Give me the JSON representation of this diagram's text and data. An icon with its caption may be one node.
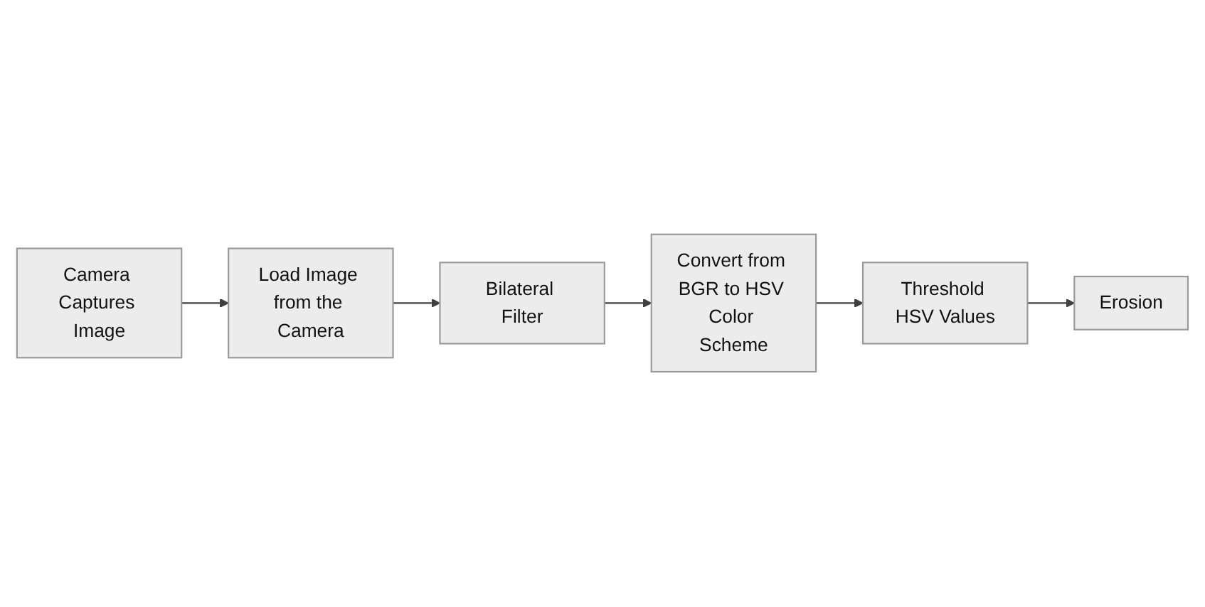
{
  "diagram": {
    "nodes": [
      {
        "text": [
          "Camera Captures Image"
        ]
      },
      {
        "text": [
          "Load Image from the Camera"
        ]
      },
      {
        "text": [
          "Bilateral Filter"
        ]
      },
      {
        "text": [
          "Convert from BGR to HSV Color Scheme"
        ]
      },
      {
        "text": [
          "Threshold HSV Values"
        ]
      },
      {
        "text": [
          "Erosion"
        ]
      }
    ],
    "edges": [
      {
        "from": 0,
        "to": 1,
        "arrow": "to"
      },
      {
        "from": 1,
        "to": 2,
        "arrow": "to"
      },
      {
        "from": 2,
        "to": 3,
        "arrow": "to"
      },
      {
        "from": 3,
        "to": 4,
        "arrow": "to"
      },
      {
        "from": 4,
        "to": 5,
        "arrow": "to"
      }
    ]
  }
}
